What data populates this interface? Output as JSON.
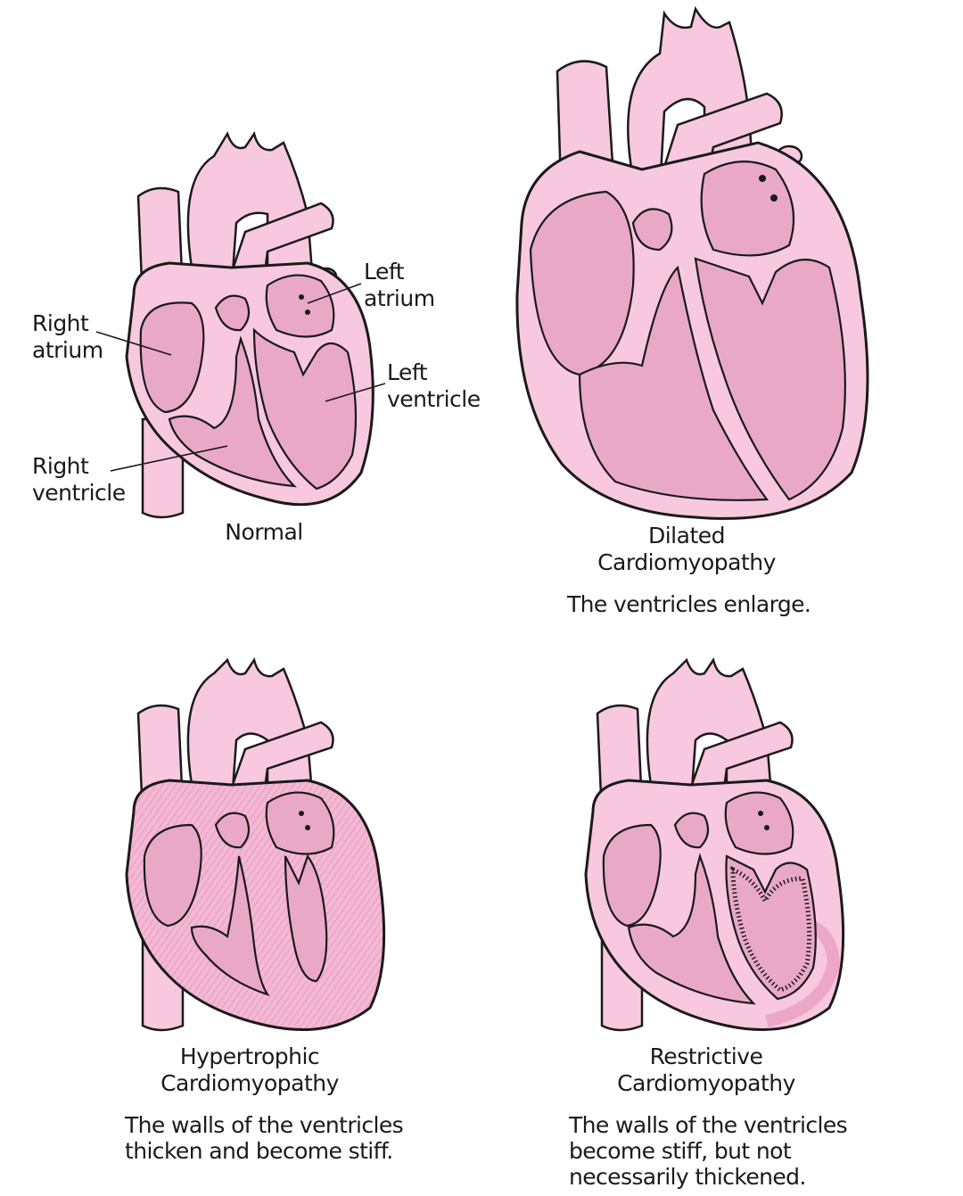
{
  "labels": {
    "right_atrium": [
      "Right",
      "atrium"
    ],
    "left_atrium": [
      "Left",
      "atrium"
    ],
    "left_ventricle": [
      "Left",
      "ventricle"
    ],
    "right_ventricle": [
      "Right",
      "ventricle"
    ]
  },
  "panels": {
    "normal": {
      "title": [
        "Normal"
      ]
    },
    "dilated": {
      "title": [
        "Dilated",
        "Cardiomyopathy"
      ],
      "desc": [
        "The ventricles enlarge."
      ]
    },
    "hypertrophic": {
      "title": [
        "Hypertrophic",
        "Cardiomyopathy"
      ],
      "desc": [
        "The walls of the ventricles",
        "thicken and become stiff."
      ]
    },
    "restrictive": {
      "title": [
        "Restrictive",
        "Cardiomyopathy"
      ],
      "desc": [
        "The walls of the ventricles",
        "become stiff, but not",
        "necessarily thickened."
      ]
    }
  },
  "colors": {
    "tissue": "#f7c8de",
    "chamber": "#e9a9c6",
    "outline": "#1a1a1a",
    "thick_wall": "#f2b3cf"
  }
}
